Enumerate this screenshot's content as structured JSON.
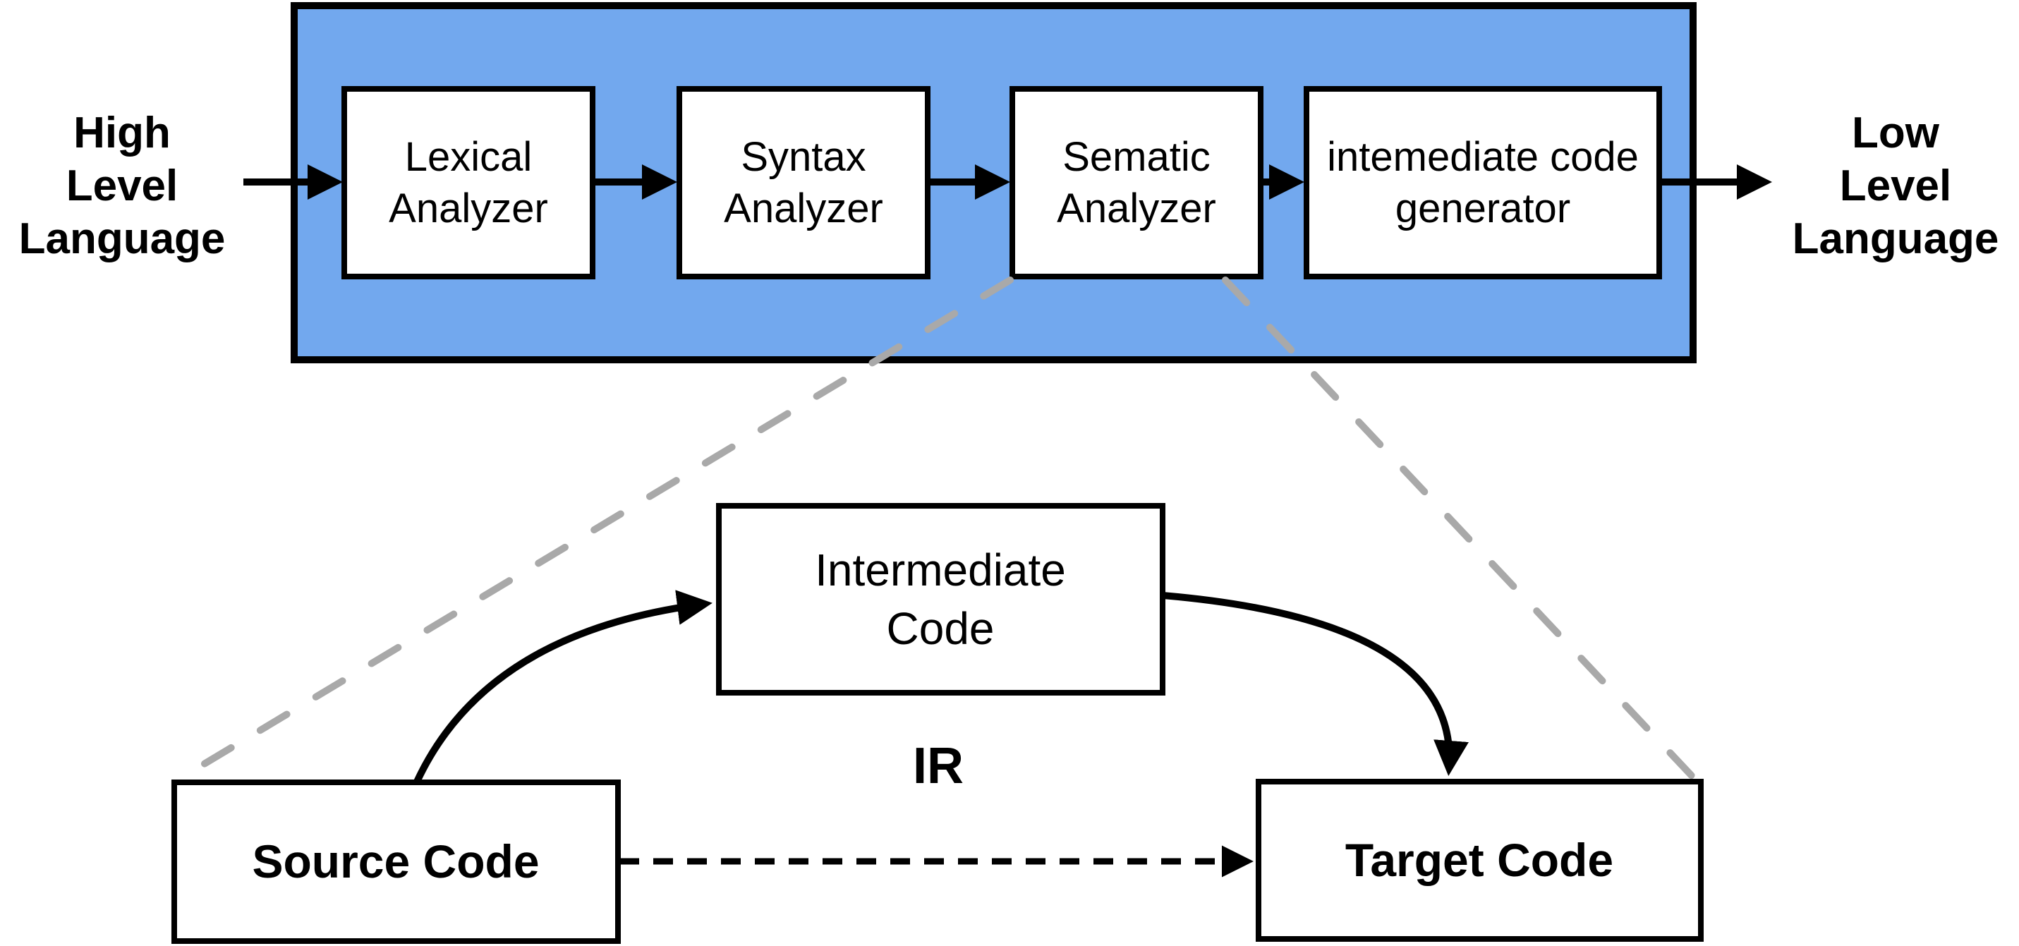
{
  "colors": {
    "container_fill": "#72A8EE",
    "container_border": "#000000",
    "box_fill": "#FFFFFF",
    "box_border": "#000000",
    "arrow_black": "#000000",
    "callout_gray": "#A9A9A9"
  },
  "top_pipeline": {
    "input_label_lines": [
      "High",
      "Level",
      "Language"
    ],
    "output_label_lines": [
      "Low",
      "Level",
      "Language"
    ],
    "stages": [
      {
        "lines": [
          "Lexical",
          "Analyzer"
        ]
      },
      {
        "lines": [
          "Syntax",
          "Analyzer"
        ]
      },
      {
        "lines": [
          "Sematic",
          "Analyzer"
        ]
      },
      {
        "lines": [
          "intemediate code",
          "generator"
        ]
      }
    ]
  },
  "detail_view": {
    "intermediate_box_lines": [
      "Intermediate",
      "Code"
    ],
    "ir_label": "IR",
    "source_box_label": "Source Code",
    "target_box_label": "Target Code"
  }
}
